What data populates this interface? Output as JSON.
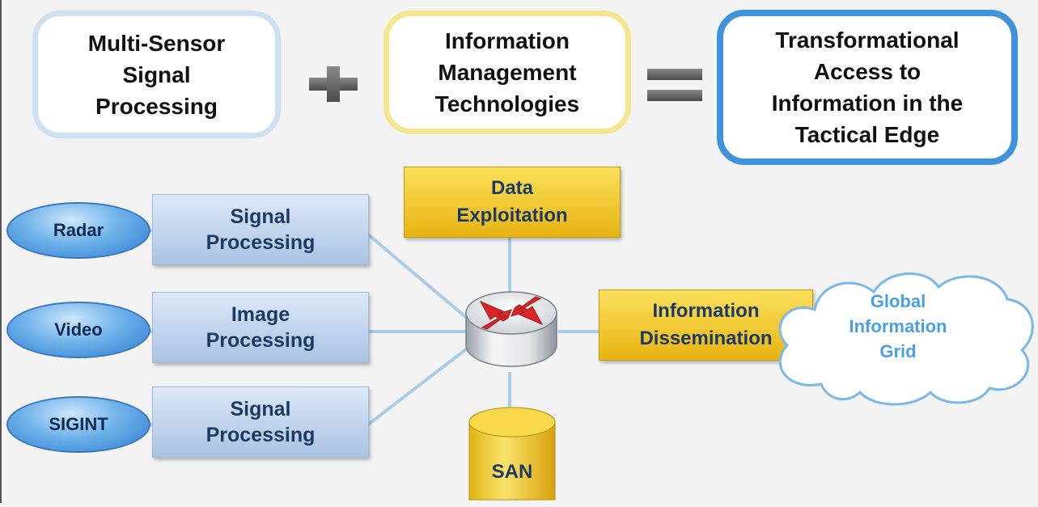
{
  "top_row": {
    "box1_text": "Multi-Sensor\nSignal\nProcessing",
    "box2_text": "Information\nManagement\nTechnologies",
    "box3_text": "Transformational\nAccess to\nInformation in the\nTactical Edge"
  },
  "sensors": [
    {
      "label": "Radar"
    },
    {
      "label": "Video"
    },
    {
      "label": "SIGINT"
    }
  ],
  "processing": [
    {
      "label": "Signal\nProcessing"
    },
    {
      "label": "Image\nProcessing"
    },
    {
      "label": "Signal\nProcessing"
    }
  ],
  "data_exploitation": "Data\nExploitation",
  "information_dissemination": "Information\nDissemination",
  "storage_label": "SAN",
  "cloud_label": "Global\nInformation\nGrid",
  "colors": {
    "light_blue_border": "#cfe0f3",
    "yellow_border": "#f3e68f",
    "blue_border": "#3f92dc",
    "gold": "#f2c52a",
    "cloud_text": "#4a9ee6"
  }
}
